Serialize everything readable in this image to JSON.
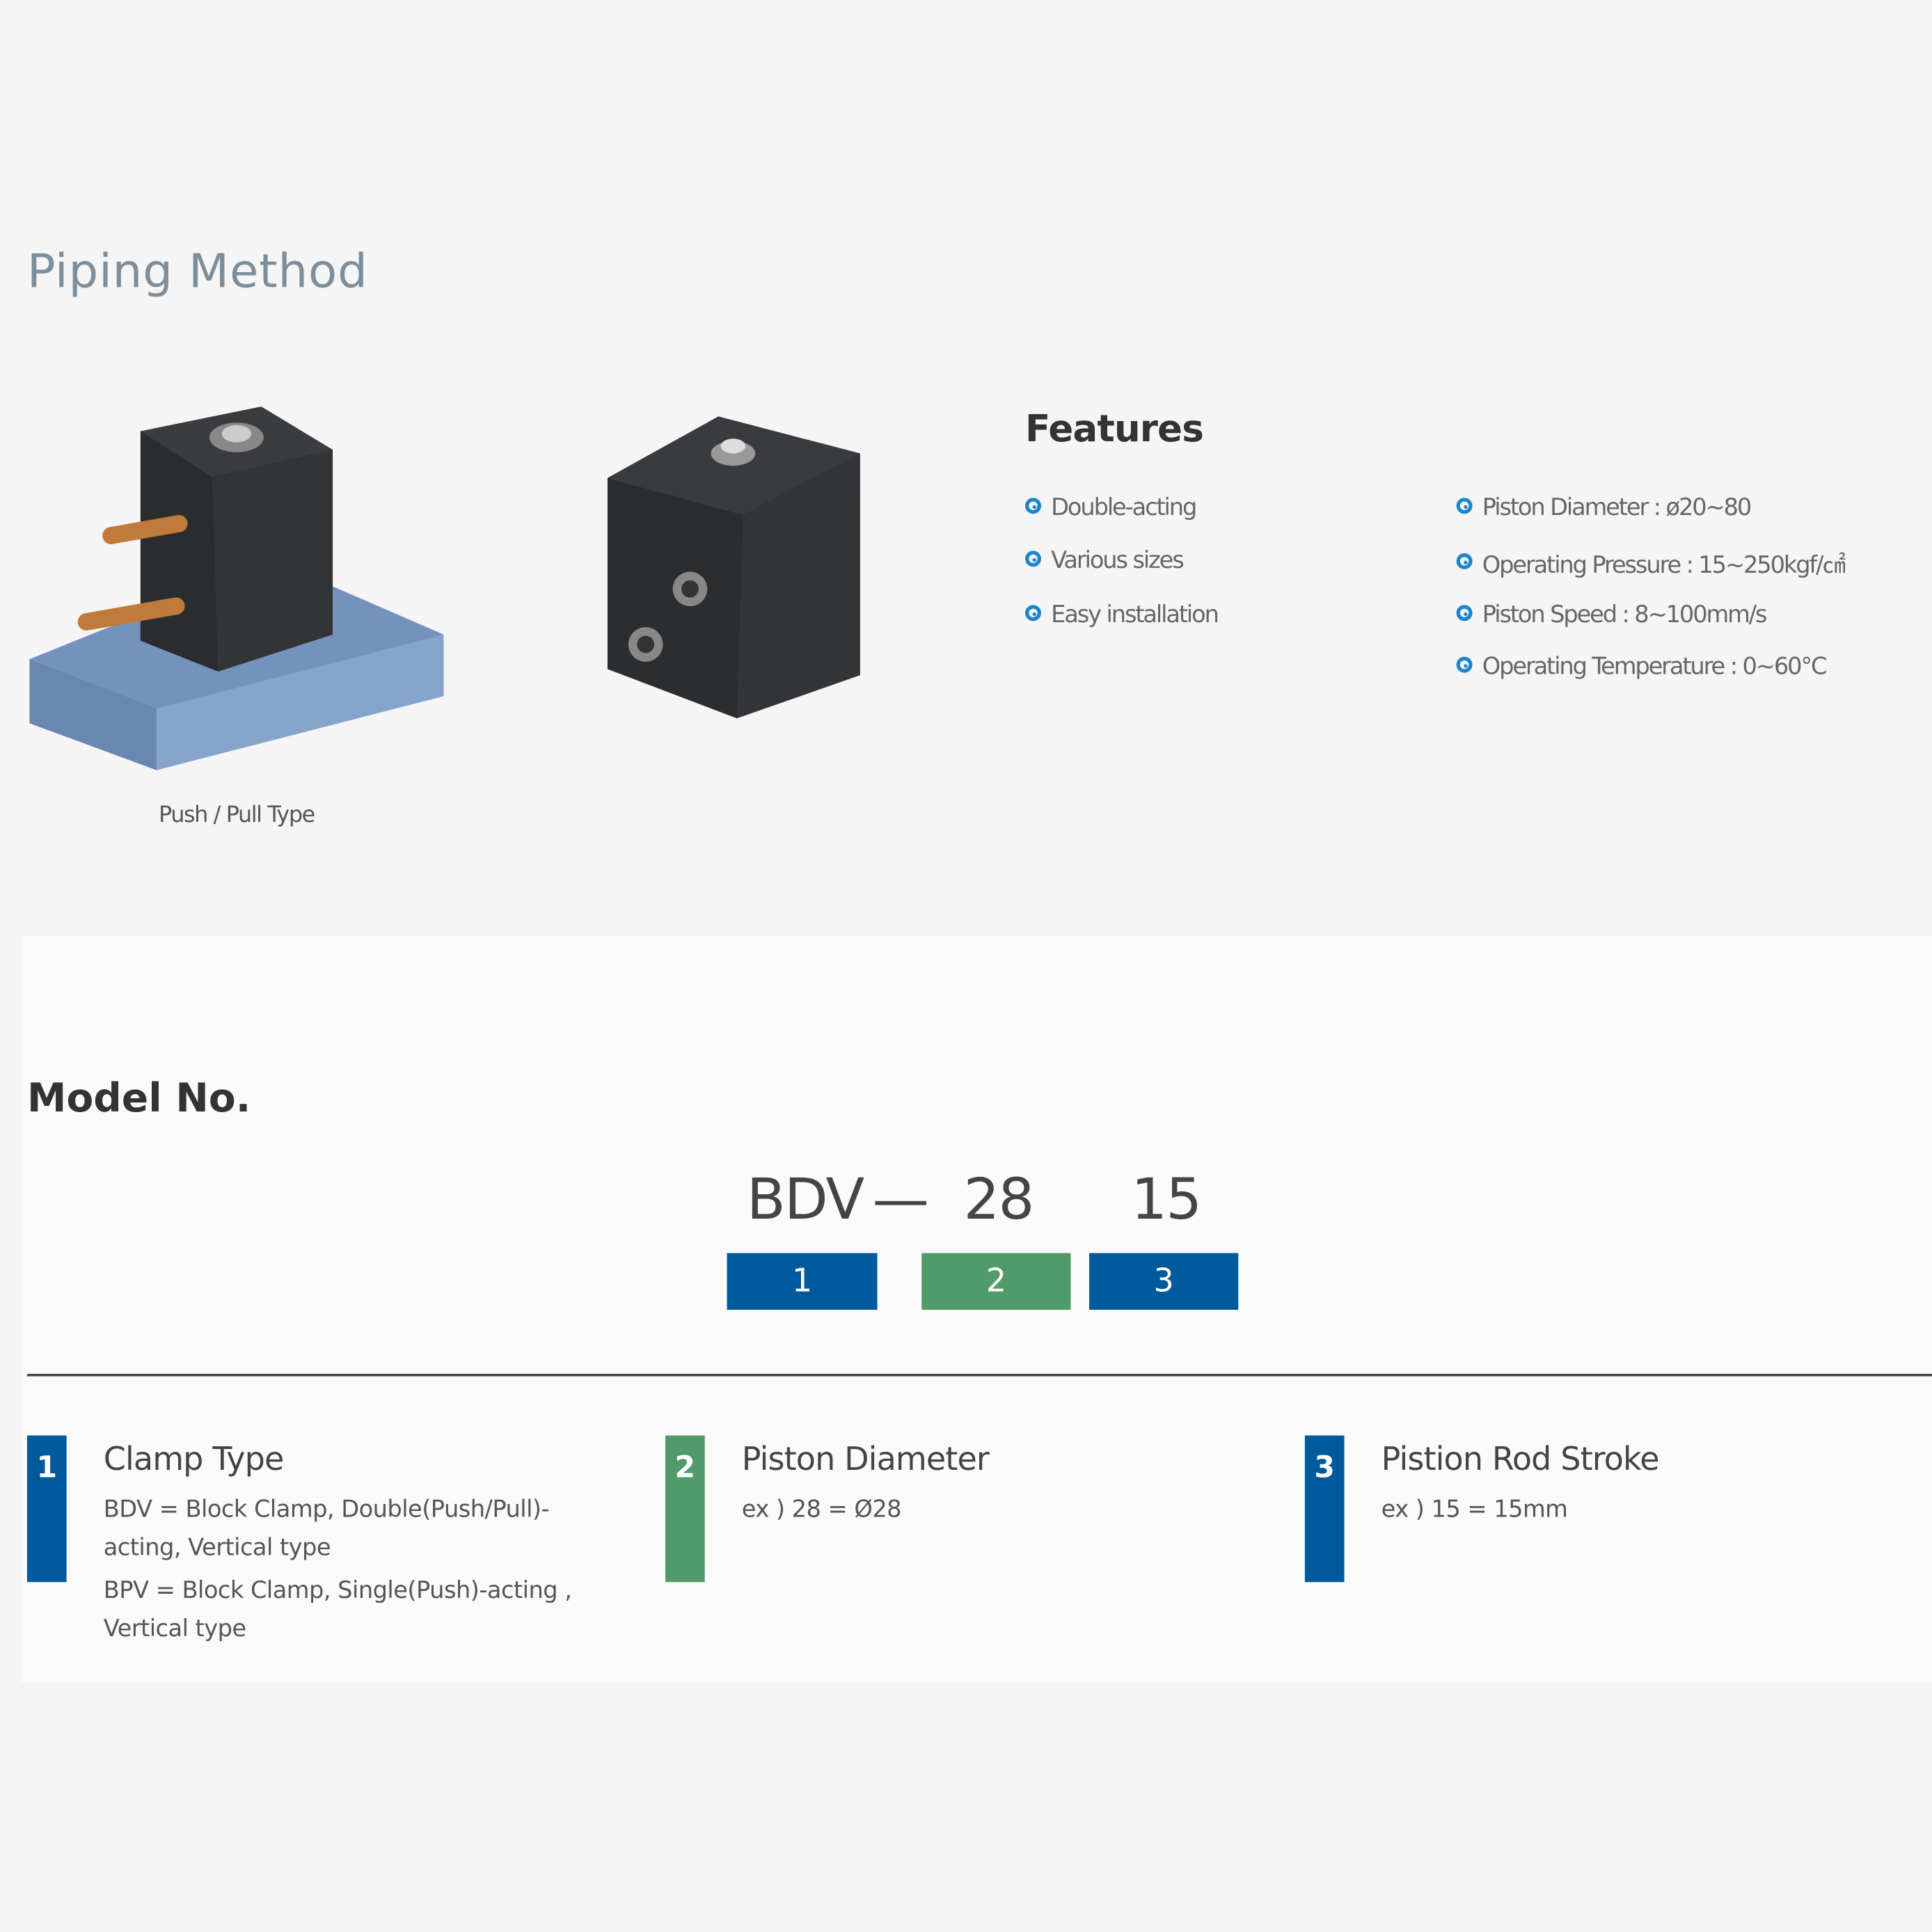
{
  "piping": {
    "title": "Piping Method",
    "caption": "Push / Pull Type"
  },
  "features": {
    "heading": "Features",
    "left": [
      "Double-acting",
      "Various sizes",
      "Easy installation"
    ],
    "right": [
      "Piston Diameter : ø20~80",
      "Operating Pressure : 15~250kgf/㎠",
      "Piston Speed : 8~100mm/s",
      "Operating Temperature : 0~60°C"
    ],
    "icon": "circle-dot-icon",
    "icon_color": "#1a86cc"
  },
  "model": {
    "heading": "Model No.",
    "code": {
      "part1": "BDV",
      "dash": "—",
      "part2": "28",
      "part3": "15"
    },
    "boxes": [
      {
        "label": "1",
        "color": "#005a9c"
      },
      {
        "label": "2",
        "color": "#519a6a"
      },
      {
        "label": "3",
        "color": "#005a9c"
      }
    ],
    "descriptions": [
      {
        "num": "1",
        "title": "Clamp Type",
        "lines": [
          "BDV = Block Clamp, Double(Push/Pull)-acting, Vertical type",
          "BPV = Block Clamp, Single(Push)-acting , Vertical type"
        ]
      },
      {
        "num": "2",
        "title": "Piston Diameter",
        "lines": [
          "ex ) 28 = Ø28"
        ]
      },
      {
        "num": "3",
        "title": "Pistion Rod Stroke",
        "lines": [
          "ex ) 15 = 15mm"
        ]
      }
    ]
  }
}
